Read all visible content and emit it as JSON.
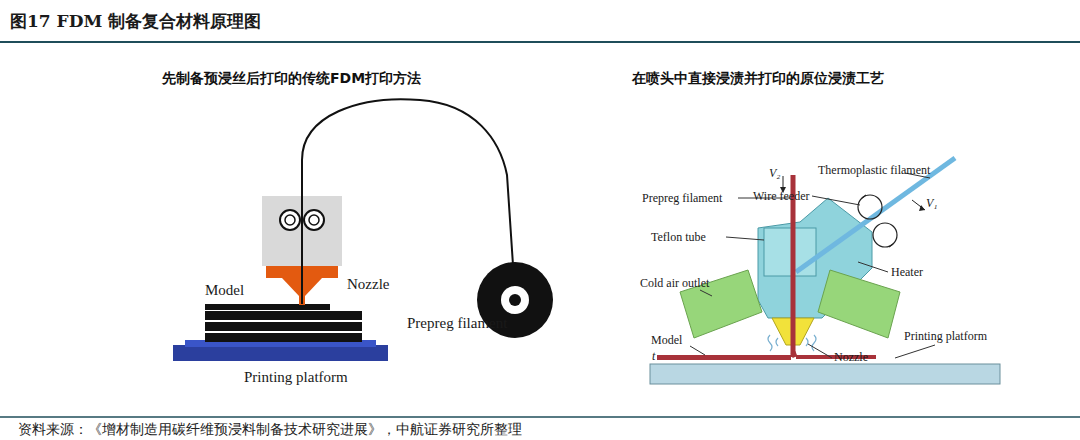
{
  "diagram": {
    "title": "图17  FDM 制备复合材料原理图",
    "caption": "资料来源：《增材制造用碳纤维预浸料制备技术研究进展》，中航证券研究所整理",
    "labels": [
      "先制备预浸丝后打印的传统FDM打印方法",
      "在喷头中直接浸渍并打印的原位浸渍工艺",
      "Nozzle",
      "Model",
      "Prepreg filament",
      "Printing platform",
      "Thermoplastic filament",
      "Wire feeder",
      "V₁",
      "V₂",
      "Prepreg filament",
      "Teflon tube",
      "Heater",
      "Cold air outlet",
      "Model",
      "Printing platform",
      "Nozzle",
      "t"
    ]
  }
}
